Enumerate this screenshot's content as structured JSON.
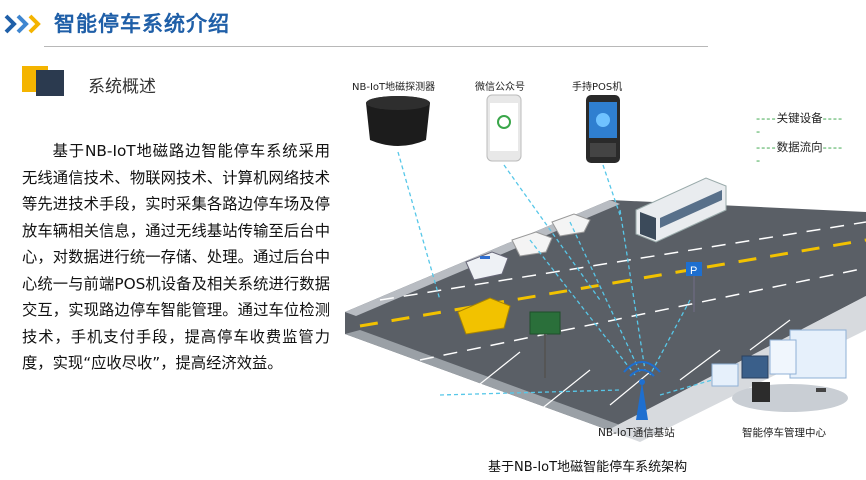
{
  "header": {
    "title": "智能停车系统介绍"
  },
  "section": {
    "label": "系统概述"
  },
  "body": {
    "text": "基于NB-IoT地磁路边智能停车系统采用无线通信技术、物联网技术、计算机网络技术等先进技术手段，实时采集各路边停车场及停放车辆相关信息，通过无线基站传输至后台中心，对数据进行统一存储、处理。通过后台中心统一与前端POS机设备及相关系统进行数据交互，实现路边停车智能管理。通过车位检测技术，手机支付手段，提高停车收费监管力度，实现“应收尽收”，提高经济效益。"
  },
  "diagram": {
    "devices": [
      {
        "label": "NB-IoT地磁探测器",
        "icon": "magnetic-detector-icon"
      },
      {
        "label": "微信公众号",
        "icon": "phone-icon"
      },
      {
        "label": "手持POS机",
        "icon": "pos-terminal-icon"
      }
    ],
    "legend": [
      {
        "dash_left": "----",
        "label": "关键设备",
        "dash_right": "----"
      },
      {
        "dash_left": "----",
        "label": "数据流向",
        "dash_right": "----"
      }
    ],
    "legend_tail": "-",
    "base_station_label": "NB-IoT通信基站",
    "center_label": "智能停车管理中心",
    "parking_sign": "P",
    "caption": "基于NB-IoT地磁智能停车系统架构"
  },
  "colors": {
    "title": "#1f5fa8",
    "accent_yellow": "#f4b400",
    "accent_dark": "#2b3a4f",
    "legend_green": "#3aa64a",
    "road": "#5a5f66"
  }
}
